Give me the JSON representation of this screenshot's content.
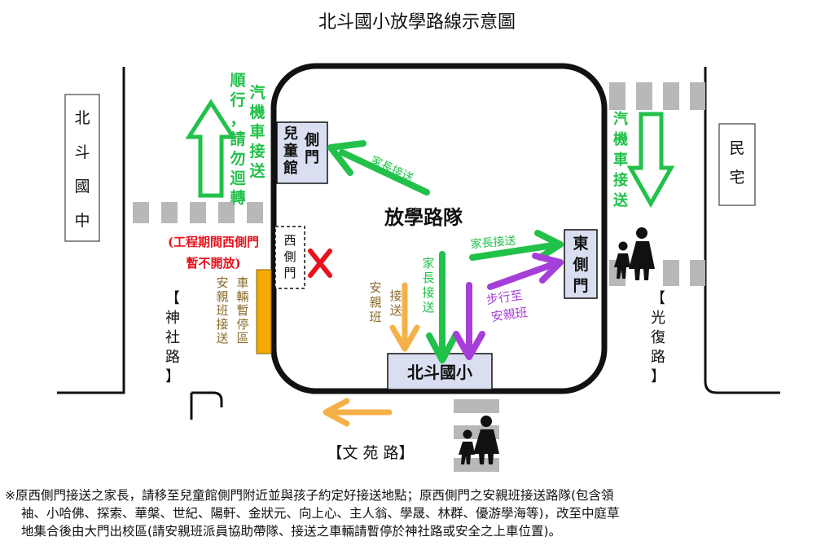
{
  "title": "北斗國小放學路線示意圖",
  "roads": {
    "left_school": "北斗國中",
    "right_house": "民宅",
    "shrine_road": "神社路",
    "guangfu_road": "光復路",
    "wenyuan_road": "【文 苑 路】",
    "bracket_open": "【",
    "bracket_close": "】"
  },
  "labels": {
    "queue": "放學路隊",
    "school": "北斗國小",
    "childrens_hall_gate": "兒童館側門",
    "east_gate": "東側門",
    "west_gate": "西側門",
    "construction_note_1": "(工程期間西側門",
    "construction_note_2": "暫不開放)",
    "parking_zone": "車輛暫停區",
    "afterschool_pickup": "安親班接送",
    "afterschool_arrow": "安親班",
    "afterschool_arrow2": "接送",
    "parent_pickup_vertical": "家長接送",
    "parent_pickup_hall": "家長接送",
    "parent_pickup_east": "家長接送",
    "walk_to_afterschool_1": "步行至",
    "walk_to_afterschool_2": "安親班",
    "scooter_left_1": "汽機車接送",
    "scooter_left_2": "順行，請勿迴轉",
    "scooter_right": "汽機車接送"
  },
  "colors": {
    "green": "#21c14a",
    "purple": "#a53fd8",
    "orange": "#f5b04a",
    "red": "#e8121c",
    "gate_fill": "#d9dff0",
    "parking": "#f5a800",
    "crosswalk": "#b8b8b8"
  },
  "note": {
    "line1": "※原西側門接送之家長，請移至兒童館側門附近並與孩子約定好接送地點；原西側門之安親班接送路隊(包含領",
    "line2": "袖、小哈佛、探索、華槃、世紀、陽軒、金狀元、向上心、主人翁、學晟、林群、優游學海等)，改至中庭草",
    "line3": "地集合後由大門出校區(請安親班派員協助帶隊、接送之車輛請暫停於神社路或安全之上車位置)。"
  }
}
